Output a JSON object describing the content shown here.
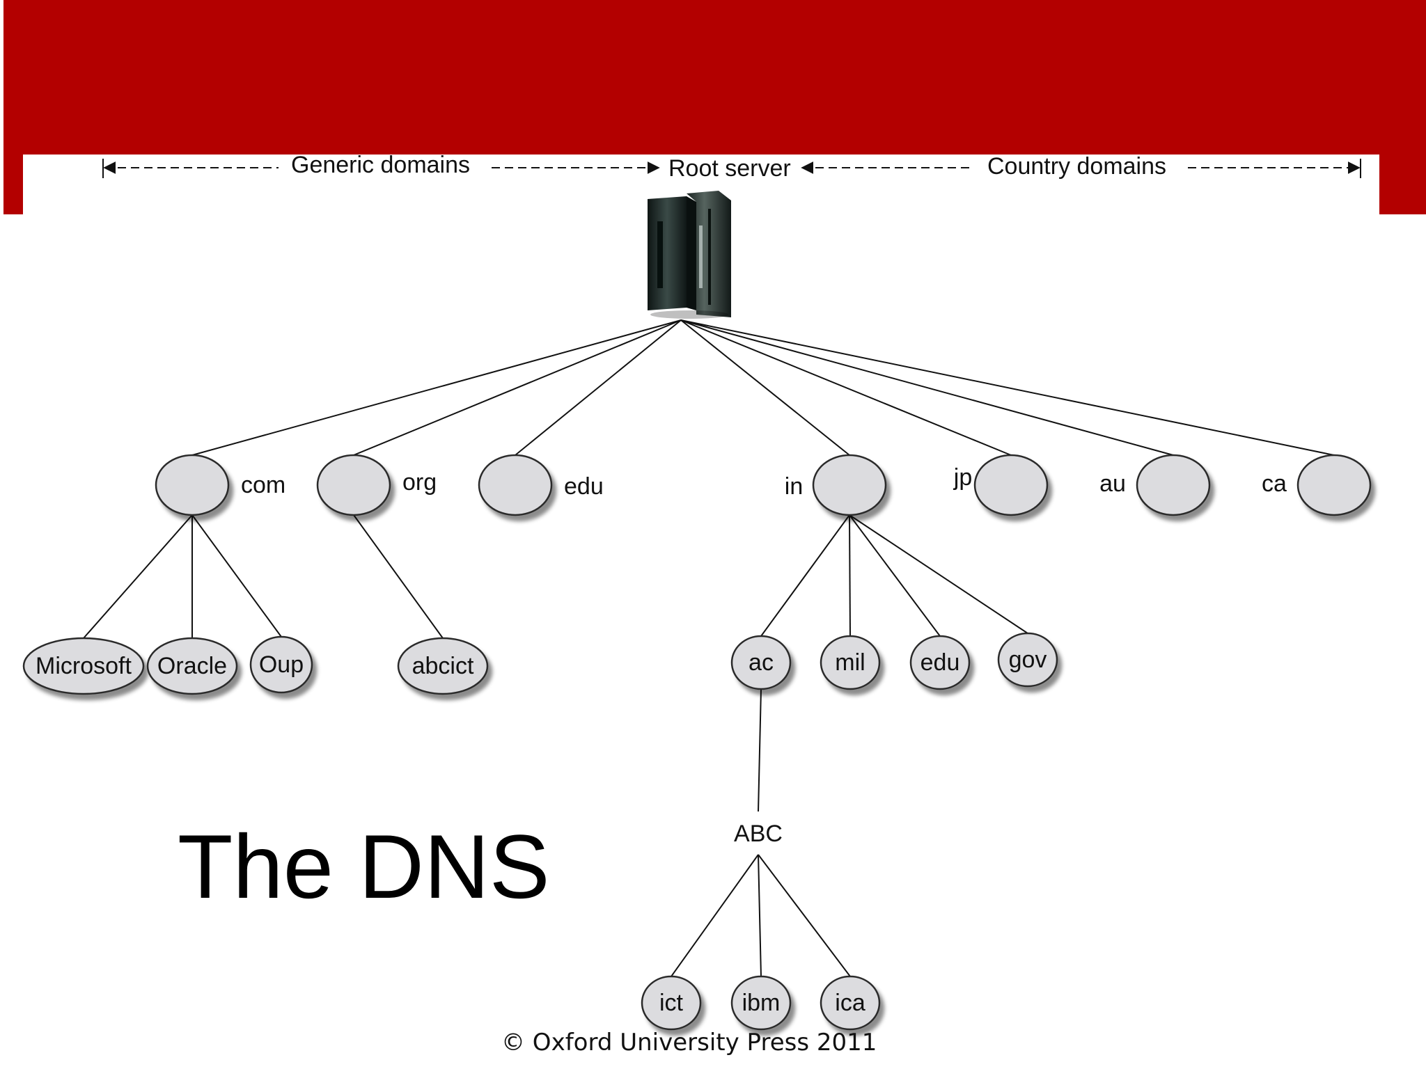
{
  "header": {
    "generic_domains": "Generic domains",
    "root_server": "Root server",
    "country_domains": "Country domains"
  },
  "title": "The DNS",
  "copyright": "© Oxford University Press 2011",
  "colors": {
    "banner": "#b30000",
    "node_fill": "#dcdcdf",
    "node_stroke": "#2a2a2a"
  },
  "icons": {
    "root": "server-rack-icon"
  },
  "nodes": [
    {
      "id": "com",
      "label": "com"
    },
    {
      "id": "org",
      "label": "org"
    },
    {
      "id": "edu",
      "label": "edu"
    },
    {
      "id": "in",
      "label": "in"
    },
    {
      "id": "jp",
      "label": "jp"
    },
    {
      "id": "au",
      "label": "au"
    },
    {
      "id": "ca",
      "label": "ca"
    },
    {
      "id": "microsoft",
      "label": "Microsoft"
    },
    {
      "id": "oracle",
      "label": "Oracle"
    },
    {
      "id": "oup",
      "label": "Oup"
    },
    {
      "id": "abcict",
      "label": "abcict"
    },
    {
      "id": "ac",
      "label": "ac"
    },
    {
      "id": "mil",
      "label": "mil"
    },
    {
      "id": "in_edu",
      "label": "edu"
    },
    {
      "id": "gov",
      "label": "gov"
    },
    {
      "id": "abc",
      "label": "ABC"
    },
    {
      "id": "ict",
      "label": "ict"
    },
    {
      "id": "ibm",
      "label": "ibm"
    },
    {
      "id": "ica",
      "label": "ica"
    }
  ],
  "edges": [
    [
      "root",
      "com"
    ],
    [
      "root",
      "org"
    ],
    [
      "root",
      "edu"
    ],
    [
      "root",
      "in"
    ],
    [
      "root",
      "jp"
    ],
    [
      "root",
      "au"
    ],
    [
      "root",
      "ca"
    ],
    [
      "com",
      "microsoft"
    ],
    [
      "com",
      "oracle"
    ],
    [
      "com",
      "oup"
    ],
    [
      "org",
      "abcict"
    ],
    [
      "in",
      "ac"
    ],
    [
      "in",
      "mil"
    ],
    [
      "in",
      "in_edu"
    ],
    [
      "in",
      "gov"
    ],
    [
      "ac",
      "abc"
    ],
    [
      "abc",
      "ict"
    ],
    [
      "abc",
      "ibm"
    ],
    [
      "abc",
      "ica"
    ]
  ]
}
